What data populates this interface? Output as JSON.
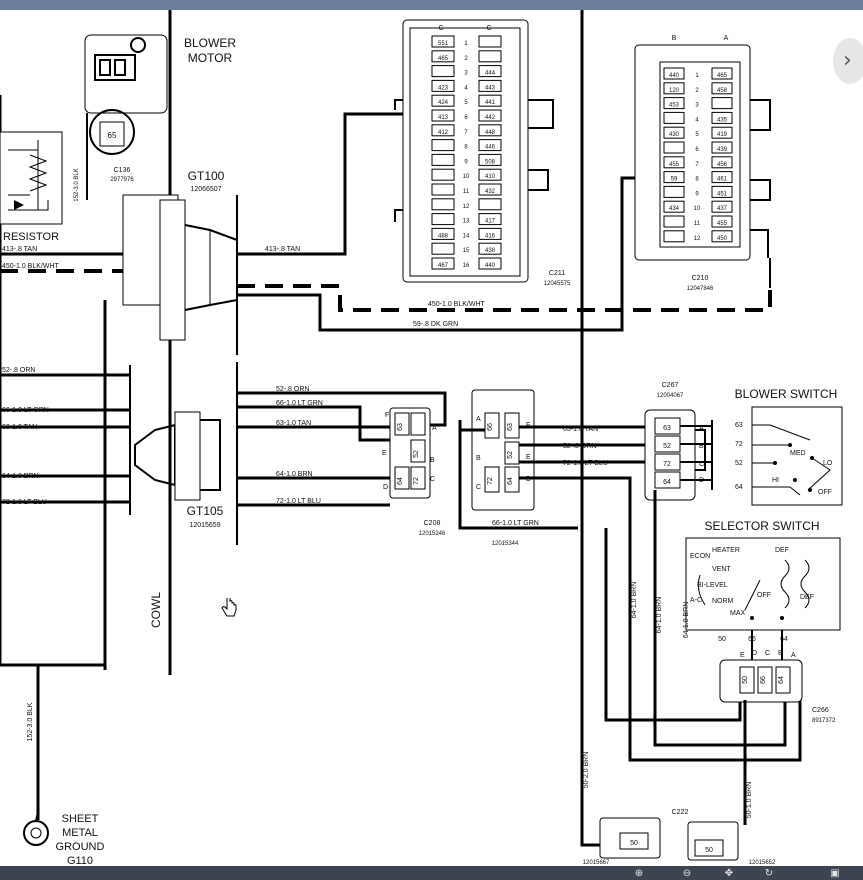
{
  "ui": {
    "next_icon": "chevron-right-icon",
    "bottom_tools": [
      "zoom-in-icon",
      "zoom-out-icon",
      "pan-icon",
      "rotate-icon",
      "fullscreen-icon"
    ]
  },
  "labels": {
    "blower_motor_1": "BLOWER",
    "blower_motor_2": "MOTOR",
    "resistor": "RESISTOR",
    "gt100": "GT100",
    "gt100_part": "12066507",
    "gt105": "GT105",
    "gt105_part": "12015659",
    "c136": "C136",
    "c136_part": "2977976",
    "c136_pin": "65",
    "cowl": "COWL",
    "blower_switch": "BLOWER SWITCH",
    "selector_switch": "SELECTOR SWITCH",
    "c211": "C211",
    "c211_part": "12045575",
    "c210": "C210",
    "c210_part": "12047846",
    "c267": "C267",
    "c267_part": "12004067",
    "c208": "C208",
    "c208_part": "12015246",
    "c208b_part": "12015344",
    "c266": "C266",
    "c266_part": "8917372",
    "c222": "C222",
    "c222_part_left": "12015667",
    "c222_part_right": "12015652",
    "ground_1": "SHEET",
    "ground_2": "METAL",
    "ground_3": "GROUND",
    "ground_4": "G110"
  },
  "wires": {
    "w152_top": "152-3.0 BLK",
    "w413_left": "413-.8 TAN",
    "w413_mid": "413-.8 TAN",
    "w450_left": "450-1.0 BLK/WHT",
    "w450_mid": "450-1.0 BLK/WHT",
    "w59": "59-.8 DK GRN",
    "w52_left": "52-.8 ORN",
    "w66_left": "66-1.0 LT GRN",
    "w63_left": "63-1.0 TAN",
    "w64_left": "64-1.0 BRN",
    "w72_left": "72-1.0 LT BLU",
    "w52_mid": "52-.8 ORN",
    "w66_mid": "66-1.0 LT GRN",
    "w63_mid": "63-1.0 TAN",
    "w64_mid": "64-1.0 BRN",
    "w72_mid": "72-1.0 LT BLU",
    "w63_right": "63-1.0 TAN",
    "w52_right": "52-.8 ORN",
    "w72_right": "72-1.0 LT BLU",
    "w66_bottom": "66-1.0 LT GRN",
    "w64_v1": "64-1.0 BRN",
    "w64_v2": "64-1.0 BRN",
    "w64_v3": "64-1.0 BRN",
    "w152_bottom": "152-3.0 BLK",
    "w50_v1": "50-2.0 BRN",
    "w50_v2": "50-1.0 BRN"
  },
  "c211": {
    "col_left": "C",
    "col_right": "C",
    "rows": [
      {
        "n": "1",
        "l": "551",
        "r": ""
      },
      {
        "n": "2",
        "l": "465",
        "r": ""
      },
      {
        "n": "3",
        "l": "",
        "r": "444"
      },
      {
        "n": "4",
        "l": "423",
        "r": "443"
      },
      {
        "n": "5",
        "l": "424",
        "r": "441"
      },
      {
        "n": "6",
        "l": "413",
        "r": "442"
      },
      {
        "n": "7",
        "l": "412",
        "r": "448"
      },
      {
        "n": "8",
        "l": "",
        "r": "446"
      },
      {
        "n": "9",
        "l": "",
        "r": "508"
      },
      {
        "n": "10",
        "l": "",
        "r": "410"
      },
      {
        "n": "11",
        "l": "",
        "r": "432"
      },
      {
        "n": "12",
        "l": "",
        "r": ""
      },
      {
        "n": "13",
        "l": "",
        "r": "417"
      },
      {
        "n": "14",
        "l": "488",
        "r": "416"
      },
      {
        "n": "15",
        "l": "",
        "r": "438"
      },
      {
        "n": "16",
        "l": "467",
        "r": "440"
      }
    ]
  },
  "c210": {
    "col_left": "B",
    "col_right": "A",
    "rows": [
      {
        "n": "1",
        "l": "440",
        "r": "465"
      },
      {
        "n": "2",
        "l": "120",
        "r": "458"
      },
      {
        "n": "3",
        "l": "453",
        "r": ""
      },
      {
        "n": "4",
        "l": "",
        "r": "435"
      },
      {
        "n": "5",
        "l": "430",
        "r": "419"
      },
      {
        "n": "6",
        "l": "",
        "r": "439"
      },
      {
        "n": "7",
        "l": "455",
        "r": "456"
      },
      {
        "n": "8",
        "l": "59",
        "r": "461"
      },
      {
        "n": "9",
        "l": "",
        "r": "451"
      },
      {
        "n": "10",
        "l": "434",
        "r": "437"
      },
      {
        "n": "11",
        "l": "",
        "r": "455"
      },
      {
        "n": "12",
        "l": "",
        "r": "450"
      }
    ]
  },
  "pins": {
    "c208_left": {
      "top": "63",
      "mid": "52",
      "bot": "64",
      "bot2": "72",
      "pF": "F",
      "pA": "A",
      "pE": "E",
      "pB": "B",
      "pD": "D",
      "pC": "C"
    },
    "c208_right": {
      "a": "66",
      "b": "63",
      "c": "52",
      "d": "72",
      "e": "64",
      "pA": "A",
      "pF": "F",
      "pB": "B",
      "pE": "E",
      "pC": "C",
      "pD": "D"
    },
    "c267": {
      "p1": "63",
      "p2": "52",
      "p3": "72",
      "p4": "64",
      "pA": "A",
      "pB": "B",
      "pC": "C",
      "pD": "D"
    },
    "c266": {
      "p1": "50",
      "p2": "66",
      "p3": "64",
      "pE": "E",
      "pD": "D",
      "pC": "C",
      "pB": "B",
      "pA": "A"
    },
    "c222": {
      "left": "50",
      "right": "50"
    }
  },
  "blower_switch": {
    "t63": "63",
    "t72": "72",
    "t52": "52",
    "t64": "64",
    "med": "MED",
    "lo": "LO",
    "hi": "HI",
    "off": "OFF"
  },
  "selector_switch": {
    "heater": "HEATER",
    "def": "DEF",
    "econ": "ECON",
    "vent": "VENT",
    "bilevel": "BI-LEVEL",
    "off": "OFF",
    "def2": "DEF",
    "ac": "A-C",
    "norm": "NORM",
    "max": "MAX",
    "t50": "50",
    "t66": "66",
    "t64": "64"
  }
}
